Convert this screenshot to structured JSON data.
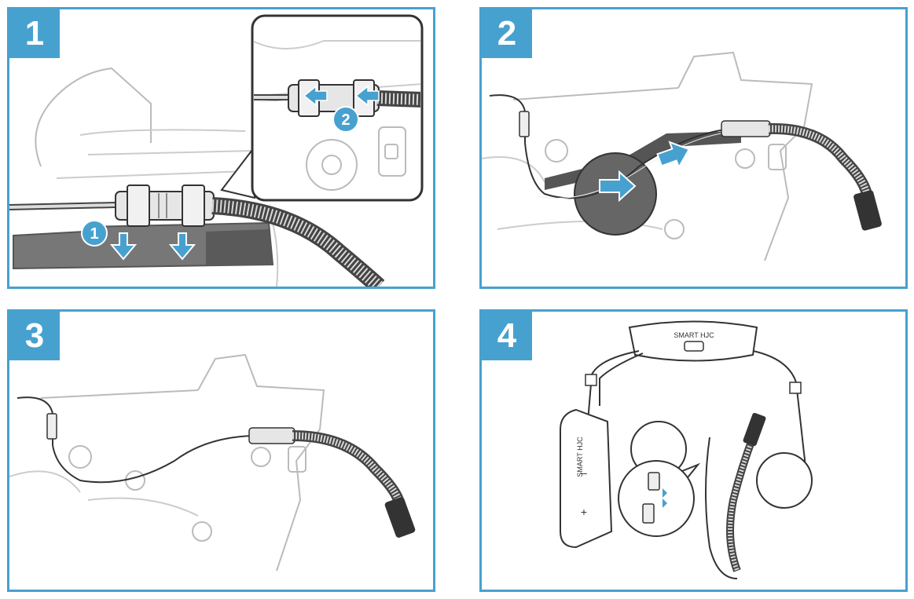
{
  "accent_color": "#47a1cf",
  "steps": [
    {
      "number": "1",
      "callouts": [
        "1",
        "2"
      ]
    },
    {
      "number": "2"
    },
    {
      "number": "3"
    },
    {
      "number": "4",
      "device_label_top": "SMART HJC",
      "device_label_side": "SMART HJC",
      "plus_label": "+",
      "minus_label": "–"
    }
  ]
}
